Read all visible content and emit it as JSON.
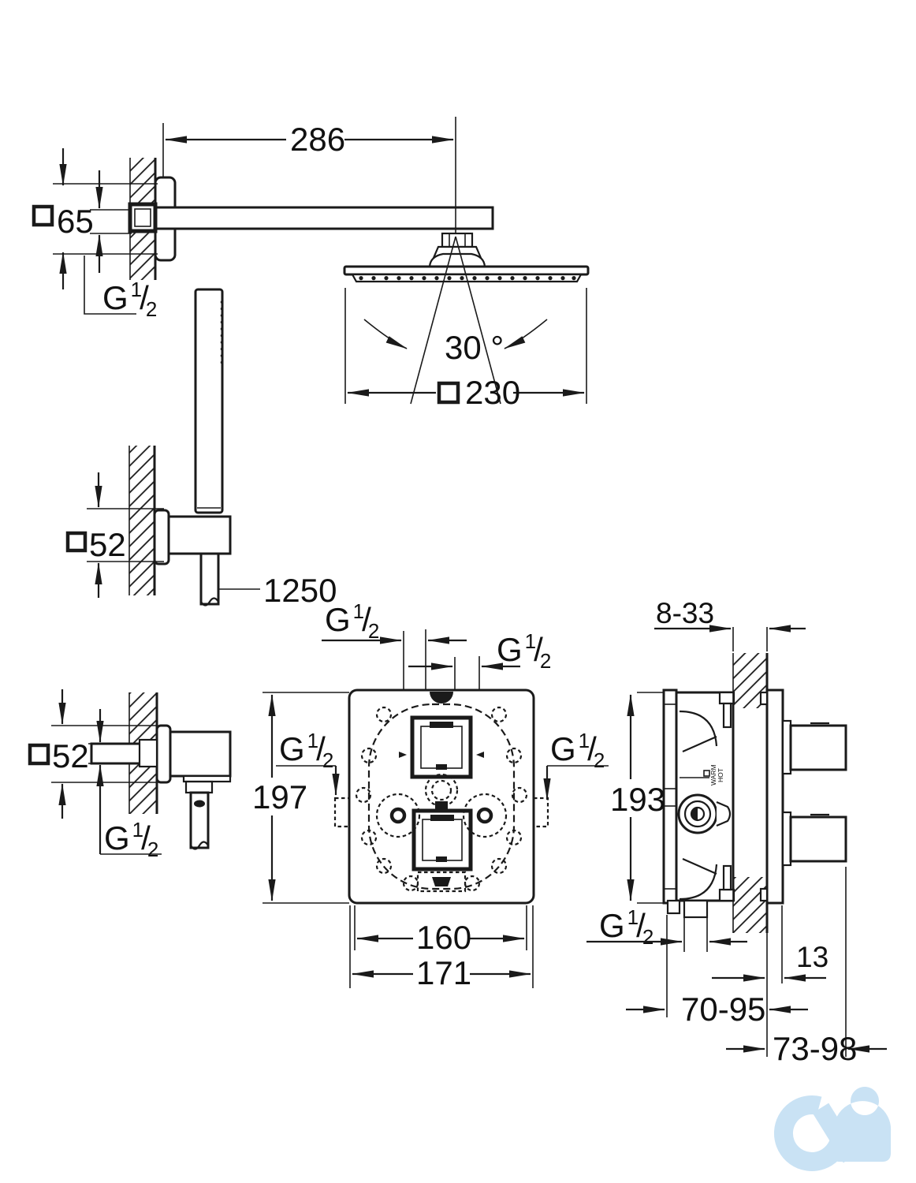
{
  "page": {
    "background": "#ffffff"
  },
  "drawing": {
    "line_color": "#1a1a1a",
    "watermark_color": "#c9e2f4",
    "thread": {
      "letter": "G",
      "numerator": "1",
      "slash": "/",
      "denominator": "2"
    },
    "dimensions": {
      "arm_reach": "286",
      "arm_escutcheon_size": "65",
      "head_size": "230",
      "spray_angle": "30 °",
      "holder_escutcheon_size": "52",
      "hose_length": "1250",
      "elbow_escutcheon_size": "52",
      "trim_plate_height": "197",
      "hole_spacing": "160",
      "trim_plate_width": "171",
      "plaster_depth_range": "8-33",
      "rough_in_height": "193",
      "trim_plate_depth": "13",
      "install_depth_range": "70-95",
      "total_depth_range": "73-98"
    },
    "valve_markings": {
      "warm": "WARM",
      "hot": "HOT"
    }
  }
}
